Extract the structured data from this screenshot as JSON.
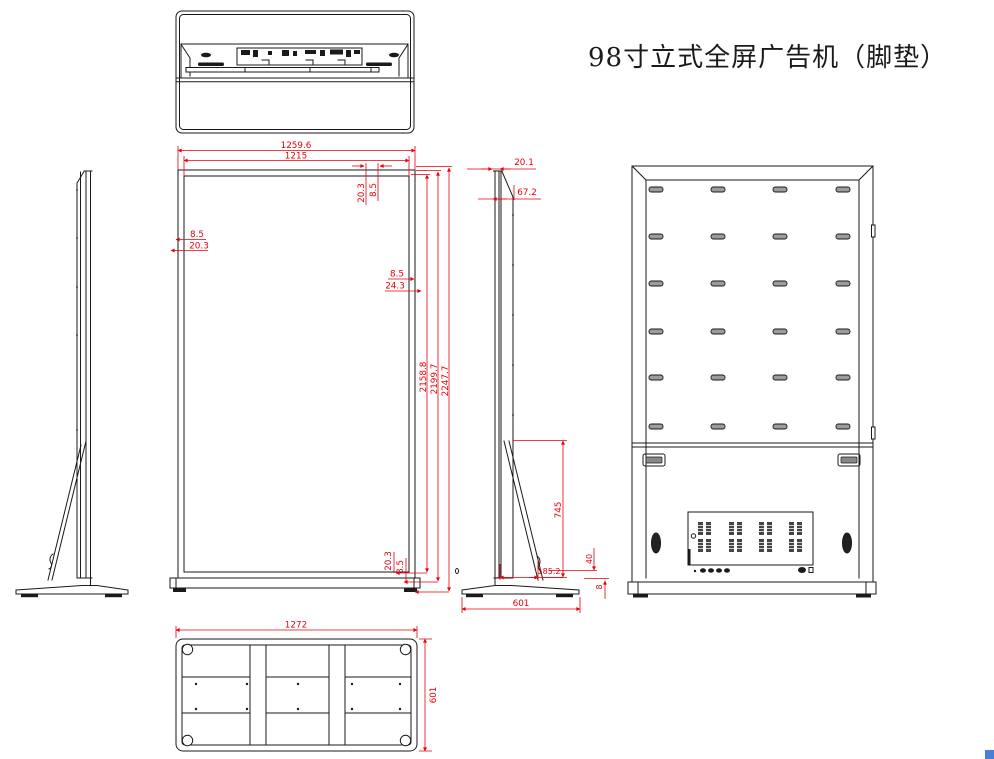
{
  "title": "98寸立式全屏广告机（脚垫）",
  "colors": {
    "line": "#1a1a1a",
    "dimension": "#e8000d",
    "vent_fill": "#9c9c9c",
    "corner_badge": "#4a7fd6",
    "background": "#ffffff"
  },
  "dimensions": {
    "front_view": {
      "overall_width": "1259.6",
      "screen_width": "1215",
      "top_right_offset_outer": "20.3",
      "top_right_offset_inner": "8.5",
      "left_offset_inner": "8.5",
      "left_offset_outer": "20.3",
      "right_offset_inner": "8.5",
      "right_offset_outer": "24.3",
      "screen_height": "2158.8",
      "body_height": "2199.7",
      "overall_height": "2247.7",
      "bottom_offset_outer": "20.3",
      "bottom_offset_inner": "8.5"
    },
    "side_view": {
      "top_thickness": "20.1",
      "head_depth": "67.2",
      "stand_height": "745",
      "strut_foot_offset": "185.2",
      "base_top_height": "40",
      "base_plate_thickness": "8",
      "base_depth": "601"
    },
    "bottom_view": {
      "base_width": "1272",
      "base_depth": "601"
    }
  }
}
